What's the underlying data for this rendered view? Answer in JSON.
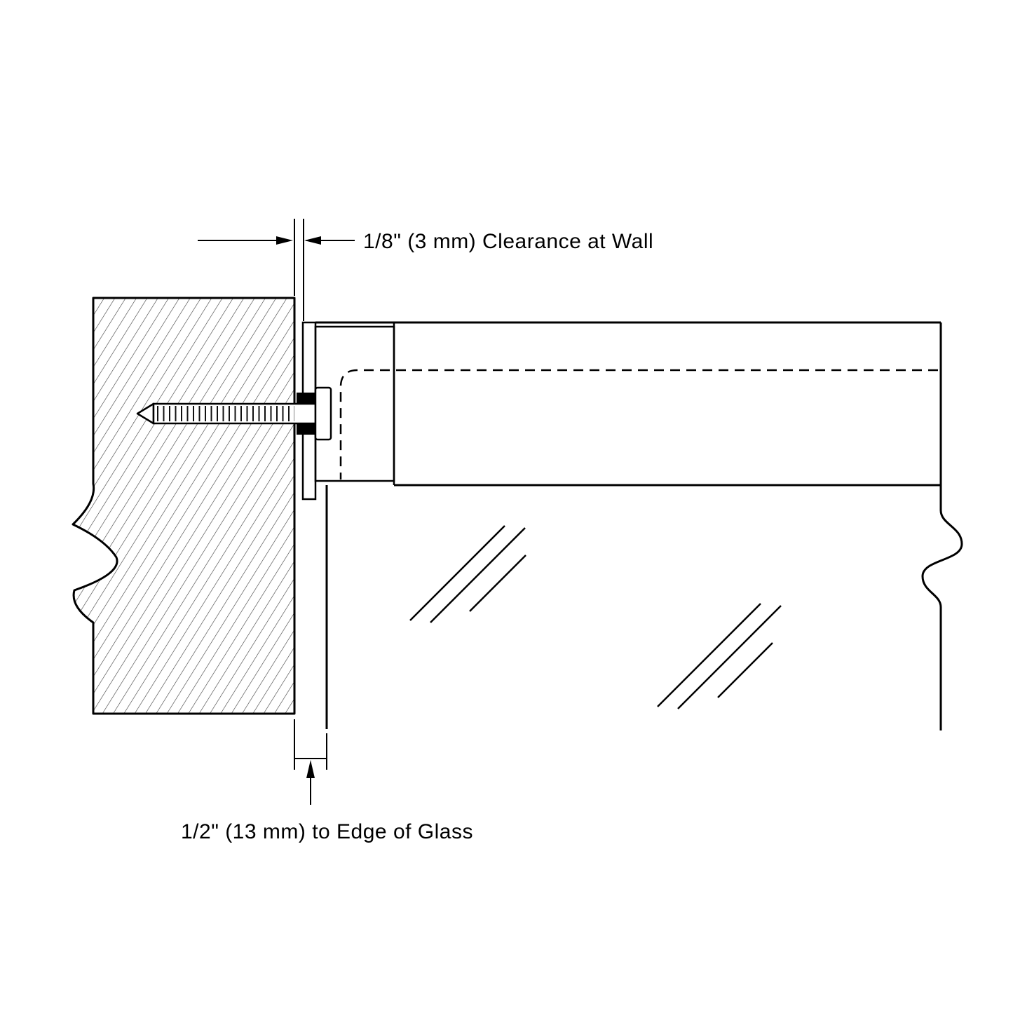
{
  "diagram": {
    "type": "installation-detail-drawing",
    "background_color": "#ffffff",
    "line_color": "#000000",
    "labels": {
      "clearance_at_wall": "1/8\" (3 mm) Clearance at Wall",
      "edge_of_glass": "1/2\" (13 mm) to Edge of Glass"
    },
    "parts": {
      "wall": "hatched wall section",
      "fastener": "screw through wall plate",
      "header": "header channel with mounting bracket",
      "glass": "glass panel with reflection marks"
    }
  }
}
